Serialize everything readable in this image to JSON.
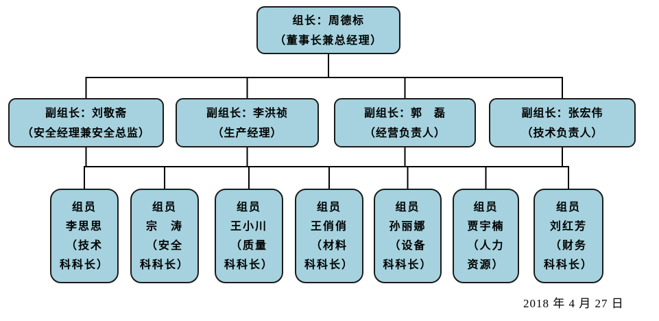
{
  "colors": {
    "box_fill": "#a5d2de",
    "box_border": "#1a1a1a",
    "line": "#000000"
  },
  "footer": {
    "date": "2018 年 4 月 27 日"
  },
  "org": {
    "leader": {
      "lines": [
        "组长：周德标",
        "（董事长兼总经理）"
      ]
    },
    "deputies": [
      {
        "lines": [
          "副组长：刘敬斋",
          "（安全经理兼安全总监）"
        ]
      },
      {
        "lines": [
          "副组长：李洪祯",
          "（生产经理）"
        ]
      },
      {
        "lines": [
          "副组长：郭　磊",
          "（经营负责人）"
        ]
      },
      {
        "lines": [
          "副组长：张宏伟",
          "（技术负责人）"
        ]
      }
    ],
    "members": [
      {
        "lines": [
          "组员",
          "李思思",
          "（技术",
          "科科长）"
        ]
      },
      {
        "lines": [
          "组员",
          "宗　涛",
          "（安全",
          "科科长）"
        ]
      },
      {
        "lines": [
          "组员",
          "王小川",
          "（质量",
          "科科长）"
        ]
      },
      {
        "lines": [
          "组员",
          "王俏俏",
          "（材料",
          "科科长）"
        ]
      },
      {
        "lines": [
          "组员",
          "孙丽娜",
          "（设备",
          "科科长）"
        ]
      },
      {
        "lines": [
          "组员",
          "贾宇楠",
          "（人力",
          "资源）"
        ]
      },
      {
        "lines": [
          "组员",
          "刘红芳",
          "（财务",
          "科科长）"
        ]
      }
    ]
  }
}
